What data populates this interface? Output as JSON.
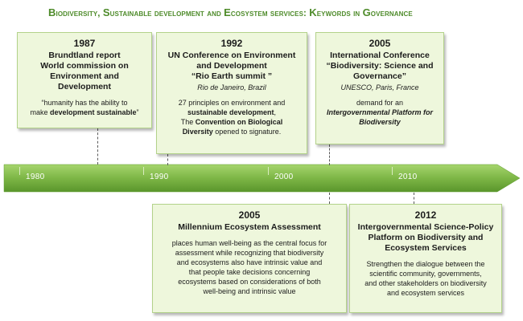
{
  "title": {
    "part1_cap": "B",
    "part1": "iodiversity, ",
    "part2_cap": "S",
    "part2": "ustainable development and ",
    "part3_cap": "E",
    "part3": "cosystem services: ",
    "part4_cap": "K",
    "part4": "eywords in ",
    "part5_cap": "G",
    "part5": "overnance"
  },
  "timeline": {
    "decades": [
      "1980",
      "1990",
      "2000",
      "2010"
    ],
    "colors": {
      "arrow_light": "#9ccf63",
      "arrow_dark": "#5f9b2f",
      "box_fill": "#eef7dc",
      "box_border": "#b3d28a",
      "title": "#4e8b2a"
    }
  },
  "events": {
    "e1987": {
      "year": "1987",
      "head1": "Brundtland report",
      "head2": "World commission  on",
      "head3": "Environment and",
      "head4": "Development",
      "quote1": "“humanity has the ability to",
      "quote2a": "make ",
      "quote2b": "development sustainable",
      "quote2c": "”"
    },
    "e1992": {
      "year": "1992",
      "head1": "UN Conference on Environment",
      "head2": "and Development",
      "head3": "“Rio Earth summit ”",
      "place": "Rio de Janeiro, Brazil",
      "line1": "27 principles on environment and",
      "line2a": "sustainable development",
      "line2b": ",",
      "line3a": "The ",
      "line3b": "Convention on Biological",
      "line4a": "Diversity",
      "line4b": " opened to signature."
    },
    "e2005a": {
      "year": "2005",
      "head1": "International Conference",
      "head2": "“Biodiversity: Science and",
      "head3": "Governance”",
      "place": "UNESCO, Paris, France",
      "line1": "demand for an",
      "line2": "Intergovernmental Platform for",
      "line3": "Biodiversity"
    },
    "e2005b": {
      "year": "2005",
      "head1": "Millennium Ecosystem Assessment",
      "line1": "places human well-being as the central focus for",
      "line2": "assessment while recognizing that biodiversity",
      "line3": "and ecosystems also have intrinsic value and",
      "line4": "that people take decisions concerning",
      "line5": "ecosystems based on considerations of both",
      "line6": "well-being and intrinsic value"
    },
    "e2012": {
      "year": "2012",
      "head1": "Intergovernmental Science-Policy",
      "head2": "Platform on Biodiversity and",
      "head3": "Ecosystem Services",
      "line1": "Strengthen the dialogue between the",
      "line2": "scientific community, governments,",
      "line3": "and other stakeholders on biodiversity",
      "line4": "and ecosystem services"
    }
  }
}
